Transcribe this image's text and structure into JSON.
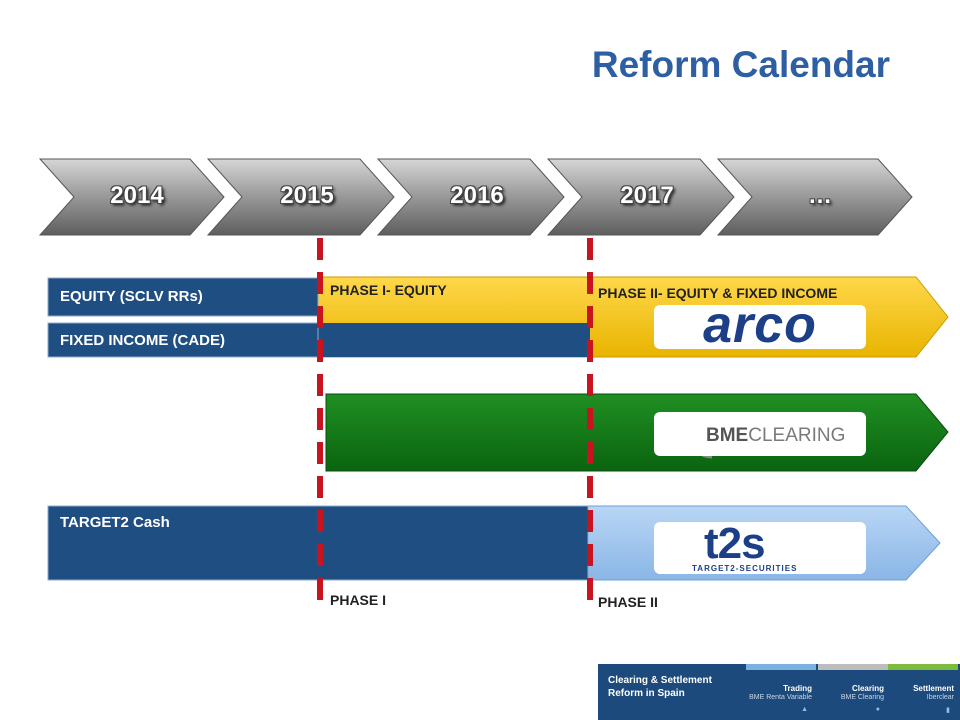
{
  "title": "Reform Calendar",
  "timeline": {
    "years": [
      "2014",
      "2015",
      "2016",
      "2017",
      "…"
    ]
  },
  "rows": {
    "equity": "EQUITY (SCLV RRs)",
    "fixed_income": "FIXED INCOME (CADE)",
    "target2": "TARGET2 Cash"
  },
  "phases": {
    "phase1_equity": "PHASE I- EQUITY",
    "phase2_equity_fi": "PHASE II- EQUITY & FIXED INCOME",
    "phase1": "PHASE I",
    "phase2": "PHASE II"
  },
  "logos": {
    "arco": "arco",
    "bme_prefix": "BME",
    "bme_suffix": "CLEARING",
    "t2s": "t2s",
    "t2s_sub": "TARGET2-SECURITIES"
  },
  "footer": {
    "title_line1": "Clearing & Settlement",
    "title_line2": "Reform in Spain",
    "columns": [
      {
        "head": "Trading",
        "sub": "BME Renta Variable",
        "mark": "▲"
      },
      {
        "head": "Clearing",
        "sub": "BME Clearing",
        "mark": "●"
      },
      {
        "head": "Settlement",
        "sub": "Iberclear",
        "mark": "▮"
      }
    ]
  },
  "colors": {
    "title": "#2e5fa3",
    "navy": "#1f4e82",
    "gold": "#f5c40a",
    "green": "#0f7a12",
    "light_blue": "#9dc3ec",
    "phase_line": "#c8141e",
    "footer_trading": "#7bb1e0",
    "footer_clearing": "#bdbdbd",
    "footer_settlement": "#7dbb3c"
  }
}
